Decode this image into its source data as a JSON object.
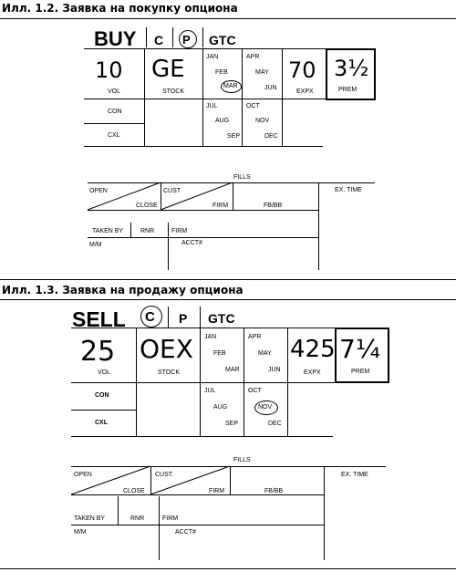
{
  "section1": {
    "caption": "Илл. 1.2. Заявка на покупку опциона",
    "action": "BUY",
    "call": "C",
    "put": "P",
    "gtc": "GTC",
    "quantity": "10",
    "stock": "GE",
    "expx": "70",
    "prem": "3½",
    "months": {
      "jan": "JAN",
      "feb": "FEB",
      "mar": "MAR",
      "apr": "APR",
      "may": "MAY",
      "jun": "JUN",
      "jul": "JUL",
      "aug": "AUG",
      "sep": "SEP",
      "oct": "OCT",
      "nov": "NOV",
      "dec": "DEC"
    },
    "circled": [
      "P",
      "MAR"
    ]
  },
  "section2": {
    "caption": "Илл. 1.3. Заявка на продажу опциона",
    "action": "SELL",
    "call": "C",
    "put": "P",
    "gtc": "GTC",
    "quantity": "25",
    "stock": "OEX",
    "expx": "425",
    "prem": "7¼",
    "months": {
      "jan": "JAN",
      "feb": "FEB",
      "mar": "MAR",
      "apr": "APR",
      "may": "MAY",
      "jun": "JUN",
      "jul": "JUL",
      "aug": "AUG",
      "sep": "SEP",
      "oct": "OCT",
      "nov": "NOV",
      "dec": "DEC"
    },
    "circled": [
      "C",
      "NOV"
    ]
  },
  "labels": {
    "vol": "VOL",
    "stock": "STOCK",
    "expx": "EXPX",
    "prem": "PREM",
    "con": "CON",
    "cxl": "CXL",
    "fills": "FILLS",
    "open": "OPEN",
    "close": "CLOSE",
    "cust": "CUST",
    "cust2": "CUST.",
    "firm": "FIRM",
    "fbbb": "FB/BB",
    "extime": "EX. TIME",
    "takenby": "TAKEN BY",
    "rnr": "RNR",
    "mm": "M/M",
    "acct": "ACCT#"
  }
}
